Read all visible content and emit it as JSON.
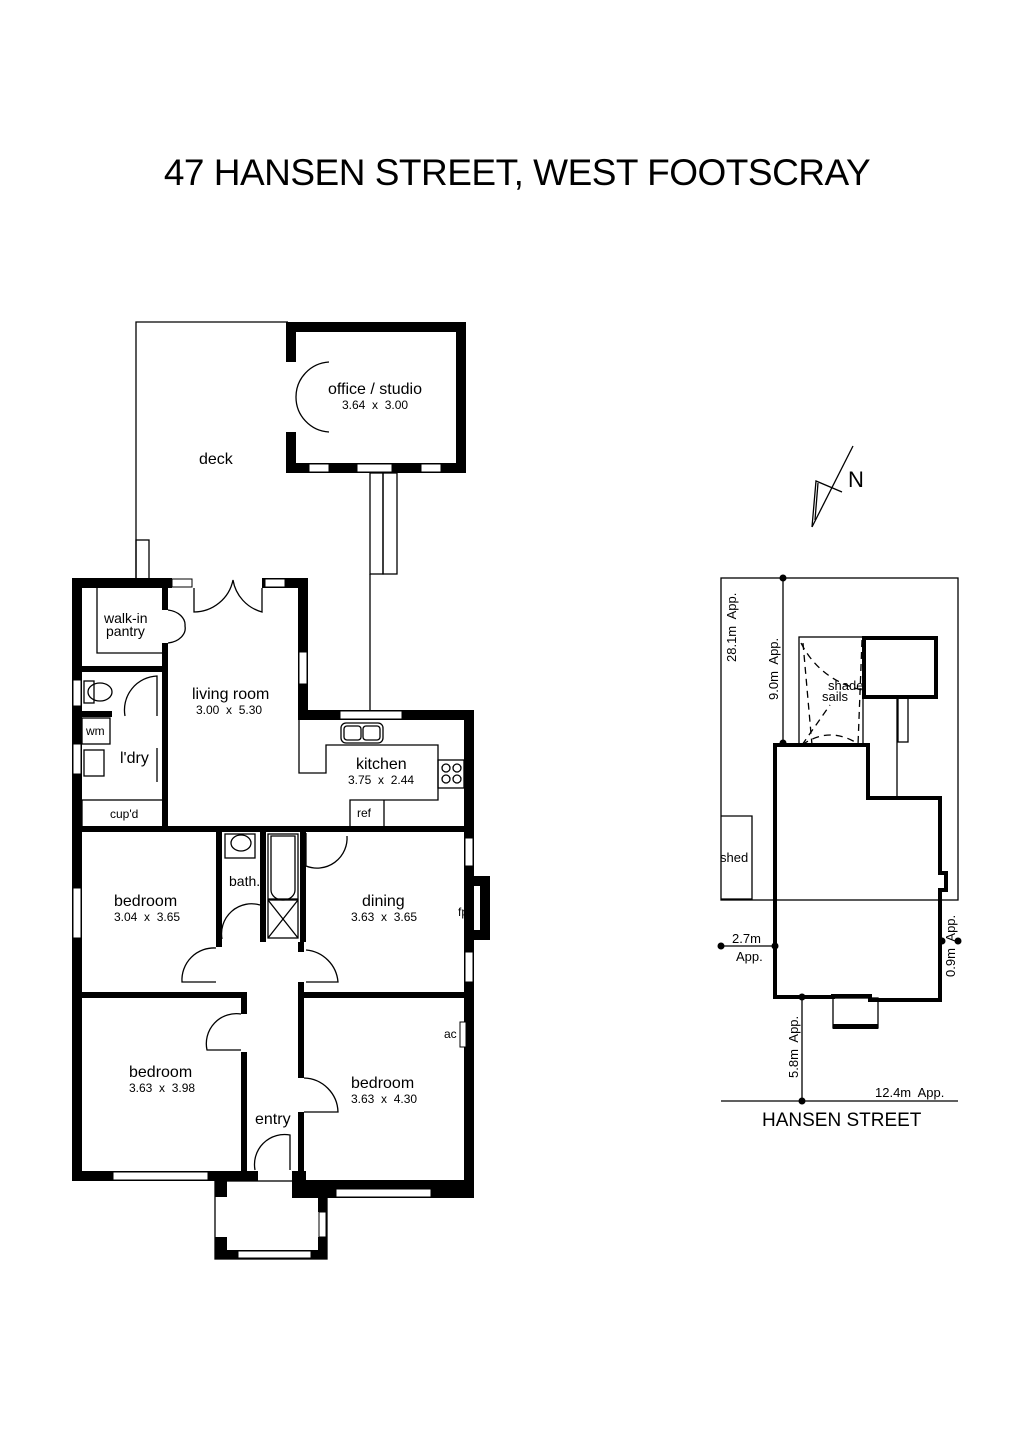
{
  "title": "47 HANSEN STREET,  WEST FOOTSCRAY",
  "floorplan": {
    "rooms": [
      {
        "id": "office",
        "name": "office / studio",
        "dims": "3.64  x  3.00"
      },
      {
        "id": "deck",
        "name": "deck",
        "dims": ""
      },
      {
        "id": "pantry",
        "name": "walk-in\npantry",
        "line1": "walk-in",
        "line2": "pantry",
        "dims": ""
      },
      {
        "id": "living",
        "name": "living room",
        "dims": "3.00  x  5.30"
      },
      {
        "id": "laundry",
        "name": "l'dry",
        "dims": ""
      },
      {
        "id": "kitchen",
        "name": "kitchen",
        "dims": "3.75  x  2.44"
      },
      {
        "id": "bedroom1",
        "name": "bedroom",
        "dims": "3.04  x  3.65"
      },
      {
        "id": "bath",
        "name": "bath.",
        "dims": ""
      },
      {
        "id": "dining",
        "name": "dining",
        "dims": "3.63  x  3.65"
      },
      {
        "id": "bedroom2",
        "name": "bedroom",
        "dims": "3.63  x  3.98"
      },
      {
        "id": "bedroom3",
        "name": "bedroom",
        "dims": "3.63  x  4.30"
      },
      {
        "id": "entry",
        "name": "entry",
        "dims": ""
      }
    ],
    "fixtures": {
      "wm": "wm",
      "cupd": "cup'd",
      "ref": "ref",
      "fp": "fp",
      "ac": "ac"
    }
  },
  "site_plan": {
    "north_label": "N",
    "street": "HANSEN STREET",
    "labels": {
      "shade_sails_1": "shade",
      "shade_sails_2": "sails",
      "shed": "shed"
    },
    "dimensions": {
      "depth": "28.1m  App.",
      "rear_setback": "9.0m  App.",
      "side_left_1": "2.7m",
      "side_left_2": "App.",
      "side_right": "0.9m  App.",
      "front_setback": "5.8m  App.",
      "frontage": "12.4m  App."
    }
  }
}
